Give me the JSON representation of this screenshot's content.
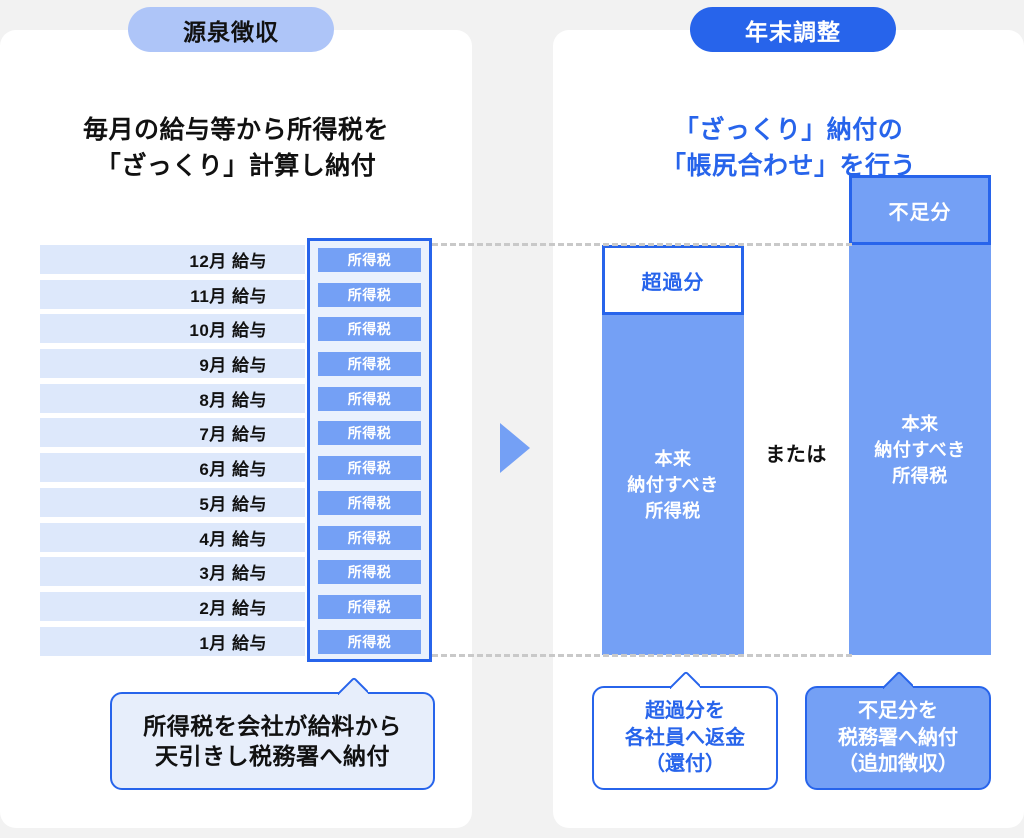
{
  "left_panel": {
    "badge": "源泉徴収",
    "heading_line1": "毎月の給与等から所得税を",
    "heading_line2": "「ざっくり」計算し納付",
    "months": [
      "12月 給与",
      "11月 給与",
      "10月 給与",
      "9月 給与",
      "8月 給与",
      "7月 給与",
      "6月 給与",
      "5月 給与",
      "4月 給与",
      "3月 給与",
      "2月 給与",
      "1月 給与"
    ],
    "tax_chip_label": "所得税",
    "tax_chip_count": 12,
    "callout_line1": "所得税を会社が給料から",
    "callout_line2": "天引きし税務署へ納付"
  },
  "right_panel": {
    "badge": "年末調整",
    "heading_line1": "「ざっくり」納付の",
    "heading_line2": "「帳尻合わせ」を行う",
    "or_label": "または",
    "bar_overpaid": {
      "cap_label": "超過分",
      "body_line1": "本来",
      "body_line2": "納付すべき",
      "body_line3": "所得税",
      "callout_line1": "超過分を",
      "callout_line2": "各社員へ返金",
      "callout_line3": "（還付）"
    },
    "bar_shortfall": {
      "cap_label": "不足分",
      "body_line1": "本来",
      "body_line2": "納付すべき",
      "body_line3": "所得税",
      "callout_line1": "不足分を",
      "callout_line2": "税務署へ納付",
      "callout_line3": "（追加徴収）"
    }
  },
  "colors": {
    "page_background": "#f2f2f2",
    "panel_background": "#ffffff",
    "badge_left_bg": "#aec5f8",
    "badge_right_bg": "#2764eb",
    "accent_blue": "#2764eb",
    "bar_blue": "#74a0f5",
    "row_light_blue": "#dde8fb",
    "tax_column_bg": "#eaf1fd",
    "dash_gray": "#c9c9c9",
    "text_dark": "#111111"
  }
}
